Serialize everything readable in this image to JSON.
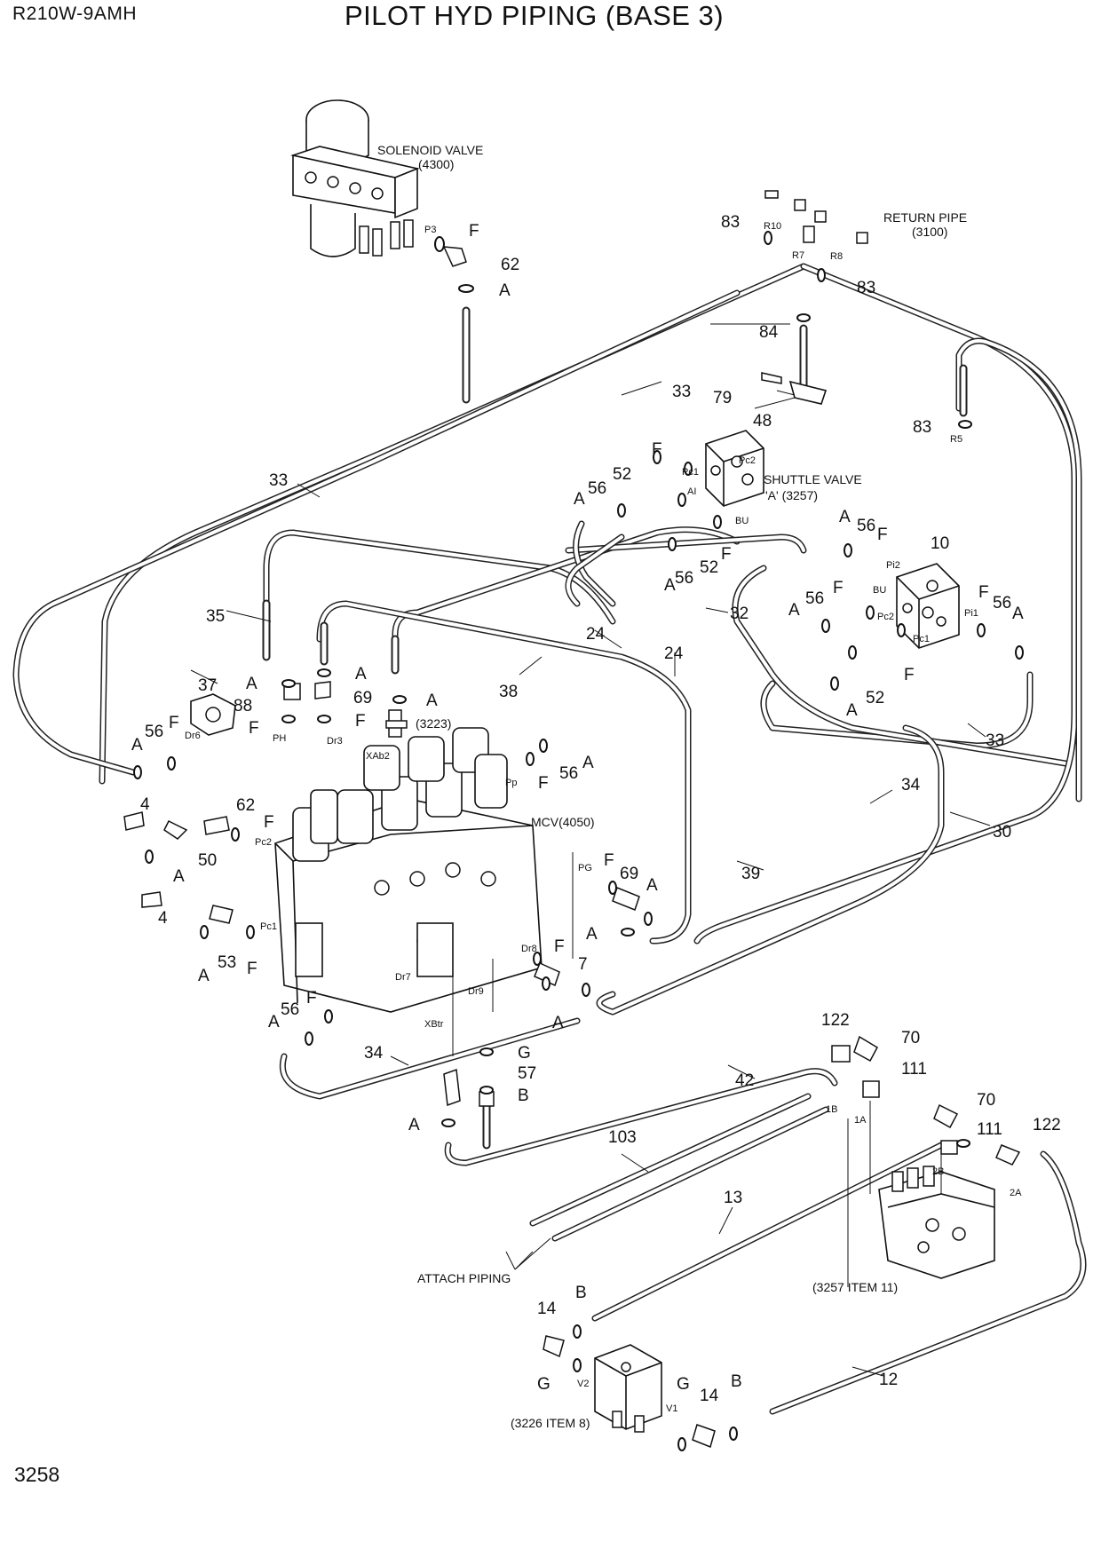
{
  "header": {
    "model": "R210W-9AMH",
    "title": "PILOT HYD PIPING (BASE 3)",
    "page_number": "3258"
  },
  "components": {
    "solenoid_valve": {
      "name": "SOLENOID VALVE",
      "ref": "(4300)"
    },
    "return_pipe": {
      "name": "RETURN PIPE",
      "ref": "(3100)"
    },
    "shuttle_valve": {
      "name": "SHUTTLE VALVE",
      "ref": "'A' (3257)"
    },
    "mcv": {
      "name": "MCV(4050)"
    },
    "ref_3223": {
      "name": "(3223)"
    },
    "attach_piping": {
      "name": "ATTACH PIPING"
    },
    "ref_3257_item11": {
      "name": "(3257 ITEM 11)"
    },
    "ref_3226_item8": {
      "name": "(3226 ITEM 8)"
    }
  },
  "port_labels": {
    "p3": "P3",
    "r10": "R10",
    "r7": "R7",
    "r8": "R8",
    "r5": "R5",
    "pc1_a": "Pc1",
    "pc2_a": "Pc2",
    "ai": "AI",
    "bu_a": "BU",
    "pi2": "Pi2",
    "bu_b": "BU",
    "pc2_b": "Pc2",
    "pi1": "Pi1",
    "pc1_b": "Pc1",
    "dr6": "Dr6",
    "pc2_c": "Pc2",
    "pc1_c": "Pc1",
    "ph": "PH",
    "dr3": "Dr3",
    "xab2": "XAb2",
    "pp": "Pp",
    "pg": "PG",
    "dr8": "Dr8",
    "dr7": "Dr7",
    "dr9": "Dr9",
    "xbtr": "XBtr",
    "p1b": "1B",
    "p1a": "1A",
    "p2b": "2B",
    "p2a": "2A",
    "v2": "V2",
    "v1": "V1"
  },
  "callouts": {
    "f_p3": "F",
    "n62_top": "62",
    "a_top": "A",
    "n83_r10": "83",
    "n83_r8": "83",
    "n84": "84",
    "n79": "79",
    "n48": "48",
    "n83_r5": "83",
    "n33_top": "33",
    "n33_left": "33",
    "n33_right": "33",
    "n35": "35",
    "n37": "37",
    "n38": "38",
    "n24_a": "24",
    "n24_b": "24",
    "n32": "32",
    "n34_right": "34",
    "n34_bottom": "34",
    "n30": "30",
    "n39": "39",
    "n42": "42",
    "f_sv1": "F",
    "n52_sv1": "52",
    "a_sv1": "A",
    "n56_sv1": "56",
    "n56_sv2": "56",
    "n52_sv2": "52",
    "a_sv2": "A",
    "f_sv2": "F",
    "a_b1": "A",
    "n56_b1": "56",
    "f_b1": "F",
    "n10": "10",
    "f_b2": "F",
    "a_b2": "A",
    "n56_b2": "56",
    "f_b3": "F",
    "n56_b3": "56",
    "a_b3": "A",
    "f_b4": "F",
    "n52_b4": "52",
    "a_b4": "A",
    "a_69": "A",
    "a_88": "A",
    "n69_a": "69",
    "n88": "88",
    "f_88": "F",
    "f_69": "F",
    "a_3223": "A",
    "a_l1": "A",
    "n56_l1": "56",
    "f_l1": "F",
    "n4_a": "4",
    "n62_mid": "62",
    "f_62": "F",
    "n50": "50",
    "a_50": "A",
    "n4_b": "4",
    "a_53": "A",
    "n53": "53",
    "f_53": "F",
    "f_pp": "F",
    "n56_pp": "56",
    "a_pp": "A",
    "f_pg": "F",
    "n69_b": "69",
    "a_pg": "A",
    "a_pg2": "A",
    "f_dr8": "F",
    "n7": "7",
    "a_7": "A",
    "a_b5": "A",
    "n56_b5": "56",
    "f_b5": "F",
    "g_57": "G",
    "n57": "57",
    "b_57": "B",
    "a_57": "A",
    "n122_a": "122",
    "n70_a": "70",
    "n111_a": "111",
    "n70_b": "70",
    "n111_b": "111",
    "n122_b": "122",
    "n103": "103",
    "n13": "13",
    "n12": "12",
    "n14_a": "14",
    "b_14a": "B",
    "g_14a": "G",
    "g_14b": "G",
    "n14_b": "14",
    "b_14b": "B"
  }
}
